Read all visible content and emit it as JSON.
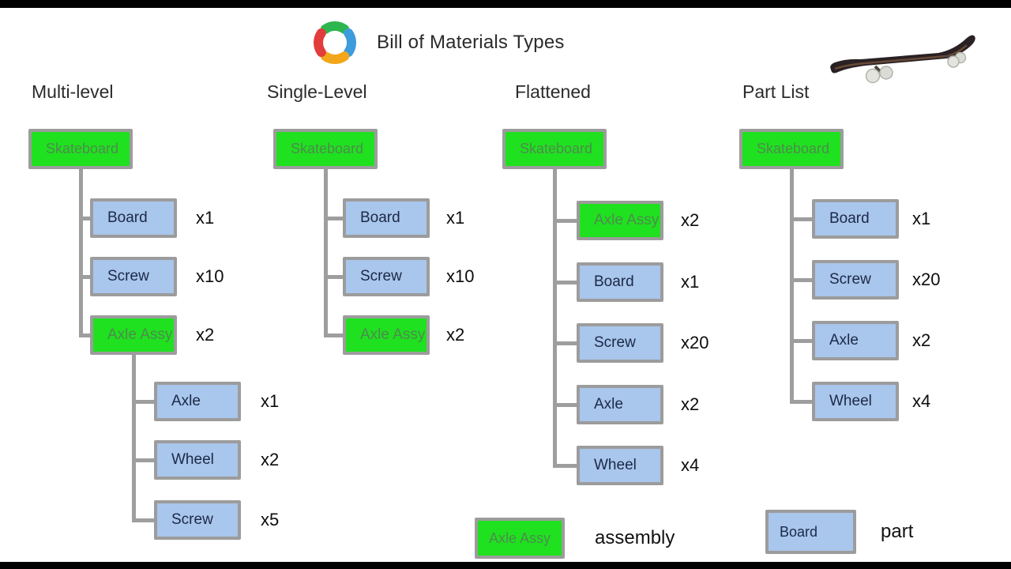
{
  "header": {
    "title": "Bill of Materials Types",
    "logo_icon": "ring-logo",
    "illustration": "skateboard-photo"
  },
  "colors": {
    "assembly_fill": "#1fe11f",
    "part_fill": "#a9c6ec",
    "box_border": "#9c9c9c",
    "connector": "#9e9e9e",
    "letterbox": "#000000",
    "logo_green": "#2db54f",
    "logo_blue": "#3e9bdc",
    "logo_orange": "#f2a71b",
    "logo_red": "#e23c3c"
  },
  "columns": [
    {
      "title": "Multi-level",
      "root": {
        "label": "Skateboard",
        "type": "assembly",
        "children": [
          {
            "label": "Board",
            "type": "part",
            "qty": "x1"
          },
          {
            "label": "Screw",
            "type": "part",
            "qty": "x10"
          },
          {
            "label": "Axle Assy",
            "type": "assembly",
            "qty": "x2",
            "children": [
              {
                "label": "Axle",
                "type": "part",
                "qty": "x1"
              },
              {
                "label": "Wheel",
                "type": "part",
                "qty": "x2"
              },
              {
                "label": "Screw",
                "type": "part",
                "qty": "x5"
              }
            ]
          }
        ]
      }
    },
    {
      "title": "Single-Level",
      "root": {
        "label": "Skateboard",
        "type": "assembly",
        "children": [
          {
            "label": "Board",
            "type": "part",
            "qty": "x1"
          },
          {
            "label": "Screw",
            "type": "part",
            "qty": "x10"
          },
          {
            "label": "Axle Assy",
            "type": "assembly",
            "qty": "x2"
          }
        ]
      }
    },
    {
      "title": "Flattened",
      "root": {
        "label": "Skateboard",
        "type": "assembly",
        "children": [
          {
            "label": "Axle Assy",
            "type": "assembly",
            "qty": "x2"
          },
          {
            "label": "Board",
            "type": "part",
            "qty": "x1"
          },
          {
            "label": "Screw",
            "type": "part",
            "qty": "x20"
          },
          {
            "label": "Axle",
            "type": "part",
            "qty": "x2"
          },
          {
            "label": "Wheel",
            "type": "part",
            "qty": "x4"
          }
        ]
      }
    },
    {
      "title": "Part List",
      "root": {
        "label": "Skateboard",
        "type": "assembly",
        "children": [
          {
            "label": "Board",
            "type": "part",
            "qty": "x1"
          },
          {
            "label": "Screw",
            "type": "part",
            "qty": "x20"
          },
          {
            "label": "Axle",
            "type": "part",
            "qty": "x2"
          },
          {
            "label": "Wheel",
            "type": "part",
            "qty": "x4"
          }
        ]
      }
    }
  ],
  "legend": [
    {
      "box_label": "Axle Assy",
      "type": "assembly",
      "meaning": "assembly"
    },
    {
      "box_label": "Board",
      "type": "part",
      "meaning": "part"
    }
  ]
}
